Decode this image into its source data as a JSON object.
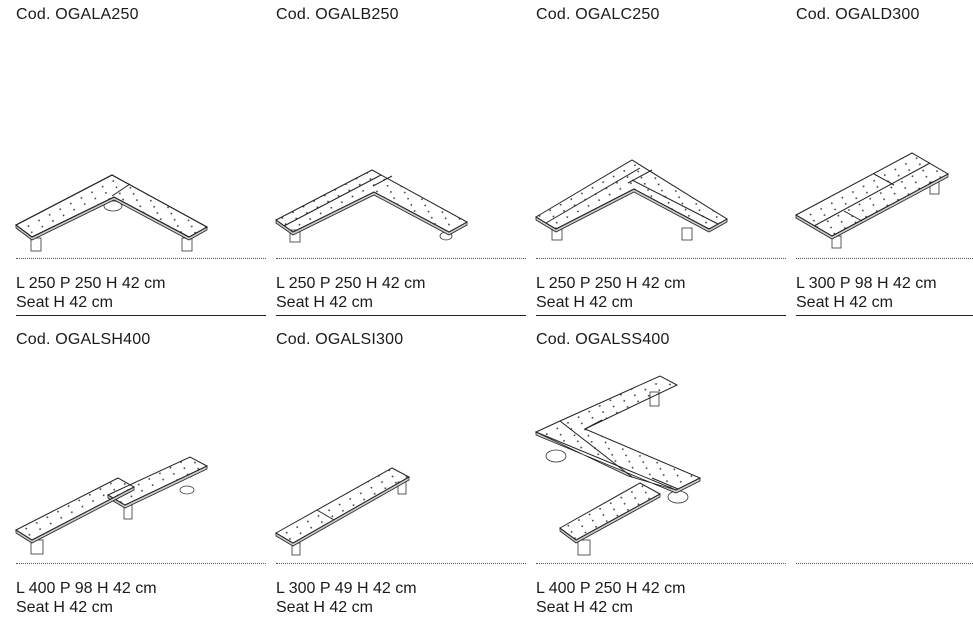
{
  "items": [
    {
      "code": "Cod. OGALA250",
      "dims": "L 250 P 250 H 42 cm",
      "seat": "Seat H 42 cm"
    },
    {
      "code": "Cod. OGALB250",
      "dims": "L 250 P 250 H 42 cm",
      "seat": "Seat H 42 cm"
    },
    {
      "code": "Cod. OGALC250",
      "dims": "L 250 P 250 H 42 cm",
      "seat": "Seat H 42 cm"
    },
    {
      "code": "Cod. OGALD300",
      "dims": "L 300 P 98 H 42 cm",
      "seat": "Seat H 42 cm"
    },
    {
      "code": "Cod. OGALSH400",
      "dims": "L 400 P 98 H 42 cm",
      "seat": "Seat H 42 cm"
    },
    {
      "code": "Cod. OGALSI300",
      "dims": "L 300 P 49 H 42 cm",
      "seat": "Seat H 42 cm"
    },
    {
      "code": "Cod. OGALSS400",
      "dims": "L 400 P 250 H 42 cm",
      "seat": "Seat H 42 cm"
    }
  ]
}
